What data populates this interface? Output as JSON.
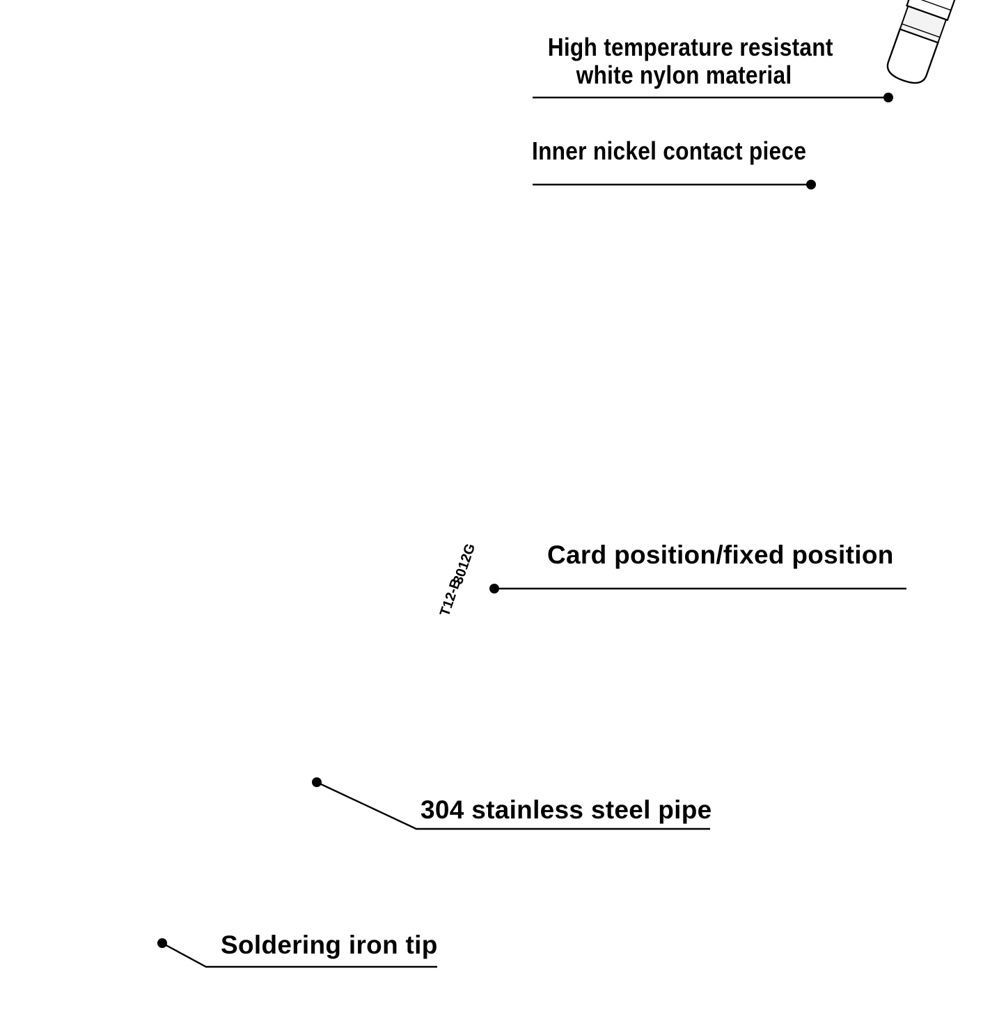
{
  "callouts": [
    {
      "id": "nylon",
      "lines": [
        "High temperature resistant",
        "white nylon material"
      ]
    },
    {
      "id": "nickel",
      "text": "Inner nickel contact piece"
    },
    {
      "id": "card",
      "text": "Card position/fixed position"
    },
    {
      "id": "pipe",
      "text": "304 stainless steel pipe"
    },
    {
      "id": "tip",
      "text": "Soldering iron tip"
    }
  ],
  "tip_marking": "T12-B",
  "tip_code": "3012G",
  "colors": {
    "ink": "#000000",
    "background": "#ffffff",
    "metal_light": "#f4f4f4",
    "metal_shade": "#cfcfcf"
  }
}
